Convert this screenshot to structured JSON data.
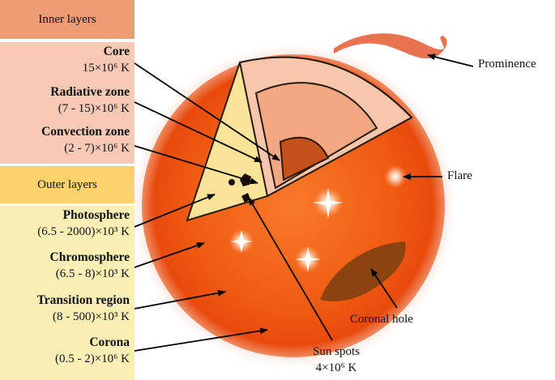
{
  "inner_header": "Inner layers",
  "outer_header": "Outer layers",
  "inner_labels": [
    {
      "name": "Core",
      "temp": "15×10⁶ K"
    },
    {
      "name": "Radiative zone",
      "temp": "(7 - 15)×10⁶ K"
    },
    {
      "name": "Convection zone",
      "temp": "(2 - 7)×10⁶ K"
    }
  ],
  "outer_labels": [
    {
      "name": "Photosphere",
      "temp": "(6.5 - 2000)×10³ K"
    },
    {
      "name": "Chromosphere",
      "temp": "(6.5 - 8)×10³ K"
    },
    {
      "name": "Transition region",
      "temp": "(8 - 500)×10³ K"
    },
    {
      "name": "Corona",
      "temp": "(0.5 - 2)×10⁶ K"
    }
  ],
  "right_labels": {
    "prominence": "Prominence",
    "flare": "Flare",
    "coronal_hole": "Coronal hole",
    "sun_spots": "Sun spots",
    "sun_spots_temp": "4×10⁶ K"
  },
  "colors": {
    "inner_header_bg": "#ef9b74",
    "inner_body_bg": "#f8c9b4",
    "outer_header_bg": "#f9d36a",
    "outer_body_bg": "#fbefb6",
    "sun_surface": "#ee5a12",
    "core": "#c4501a",
    "coronal_hole": "#8b4410"
  }
}
